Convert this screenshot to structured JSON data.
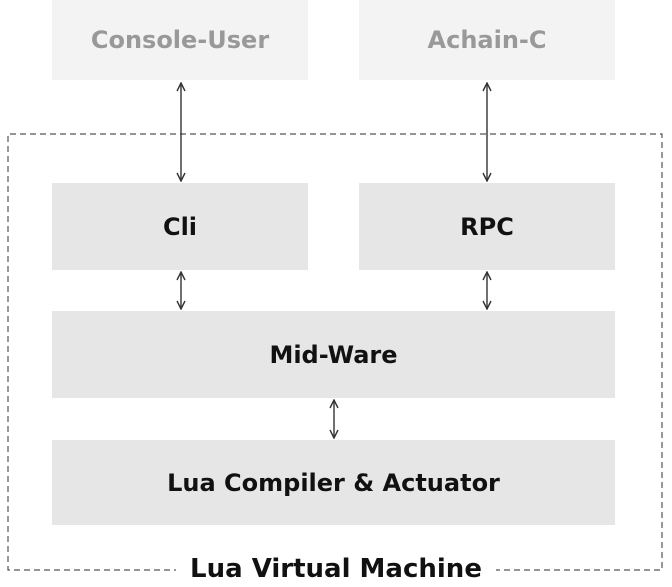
{
  "diagram": {
    "external": {
      "console_user": "Console-User",
      "achain_c": "Achain-C"
    },
    "modules": {
      "cli": "Cli",
      "rpc": "RPC",
      "mid_ware": "Mid-Ware",
      "lua_compiler": "Lua Compiler & Actuator"
    },
    "container_label": "Lua Virtual Machine",
    "colors": {
      "external_fill": "#f3f3f3",
      "external_text": "#999999",
      "module_fill": "#e6e6e6",
      "module_text": "#111111",
      "line": "#333333",
      "dashed_border": "#555555"
    },
    "connections": [
      {
        "from": "Console-User",
        "to": "Cli",
        "type": "bidirectional"
      },
      {
        "from": "Achain-C",
        "to": "RPC",
        "type": "bidirectional"
      },
      {
        "from": "Cli",
        "to": "Mid-Ware",
        "type": "bidirectional"
      },
      {
        "from": "RPC",
        "to": "Mid-Ware",
        "type": "bidirectional"
      },
      {
        "from": "Mid-Ware",
        "to": "Lua Compiler & Actuator",
        "type": "bidirectional"
      }
    ]
  }
}
